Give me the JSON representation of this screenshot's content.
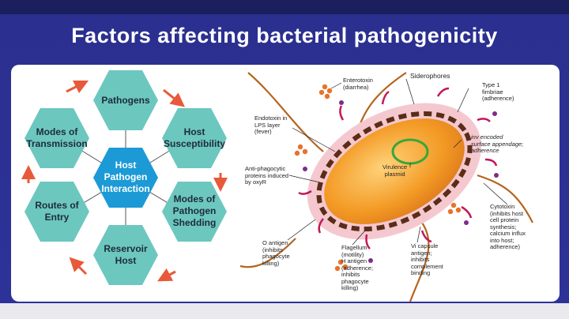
{
  "slide": {
    "title": "Factors affecting bacterial pathogenicity"
  },
  "cycle": {
    "center": "Host\nPathogen\nInteraction",
    "nodes": [
      {
        "id": "pathogens",
        "label": "Pathogens"
      },
      {
        "id": "host-susceptibility",
        "label": "Host\nSusceptibility"
      },
      {
        "id": "modes-of-pathogen-shedding",
        "label": "Modes of\nPathogen\nShedding"
      },
      {
        "id": "reservoir-host",
        "label": "Reservoir\nHost"
      },
      {
        "id": "routes-of-entry",
        "label": "Routes of\nEntry"
      },
      {
        "id": "modes-of-transmission",
        "label": "Modes of\nTransmission"
      }
    ],
    "colors": {
      "hex": "#6cc7bf",
      "center": "#1b9ad6",
      "arrow": "#e8593a"
    }
  },
  "bacterium": {
    "labels": {
      "enterotoxin": "Enterotoxin\n(diarrhea)",
      "siderophores": "Siderophores",
      "type1_fimbriae": "Type 1\nfimbriae\n(adherence)",
      "endotoxin": "Endotoxin in\nLPS layer\n(fever)",
      "inv": "inv encoded\nsurface appendage;\nadherence",
      "virulence_plasmid": "Virulence\nplasmid",
      "antiphagocytic": "Anti-phagocytic\nproteins induced\nby oxyR",
      "cytotoxin": "Cytotoxin\n(inhibits host\ncell protein\nsynthesis;\ncalcium influx\ninto host;\nadherence)",
      "o_antigen": "O antigen\n(inhibits\nphagocyte\nkilling)",
      "flagellum": "Flagellum\n(motility)\nH antigen\n(adherence;\ninhibits\nphagocyte\nkilling)",
      "vi_capsule": "Vi capsule\nantigen;\ninhibits\ncomplement\nbinding"
    },
    "colors": {
      "cell": "#f39a25",
      "membrane": "#c2185b",
      "capsule": "#f5c8cf",
      "plasmid": "#3aa63a",
      "flagella": "#b5651d"
    }
  }
}
